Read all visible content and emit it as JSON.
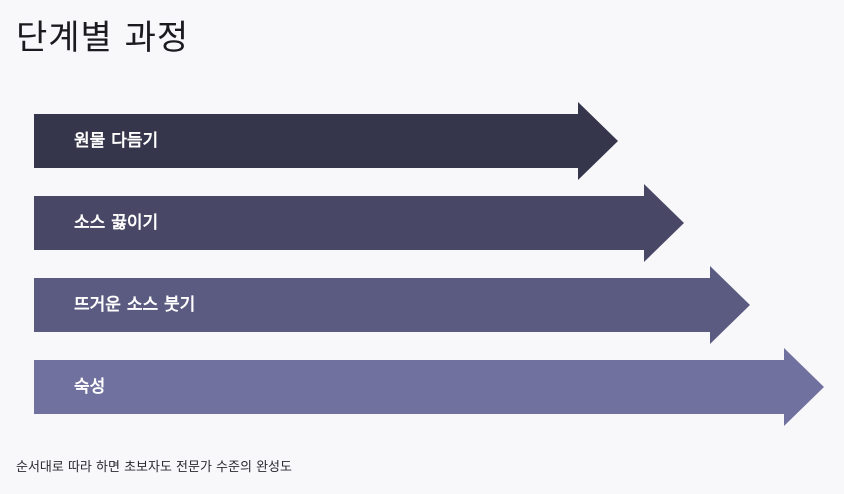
{
  "header": {
    "title": "단계별 과정"
  },
  "steps": [
    {
      "label": "원물 다듬기",
      "color": "#35354b"
    },
    {
      "label": "소스 끓이기",
      "color": "#484866"
    },
    {
      "label": "뜨거운 소스 붓기",
      "color": "#5b5b82"
    },
    {
      "label": "숙성",
      "color": "#71719f"
    }
  ],
  "footer": {
    "caption": "순서대로 따라 하면 초보자도 전문가 수준의 완성도"
  }
}
